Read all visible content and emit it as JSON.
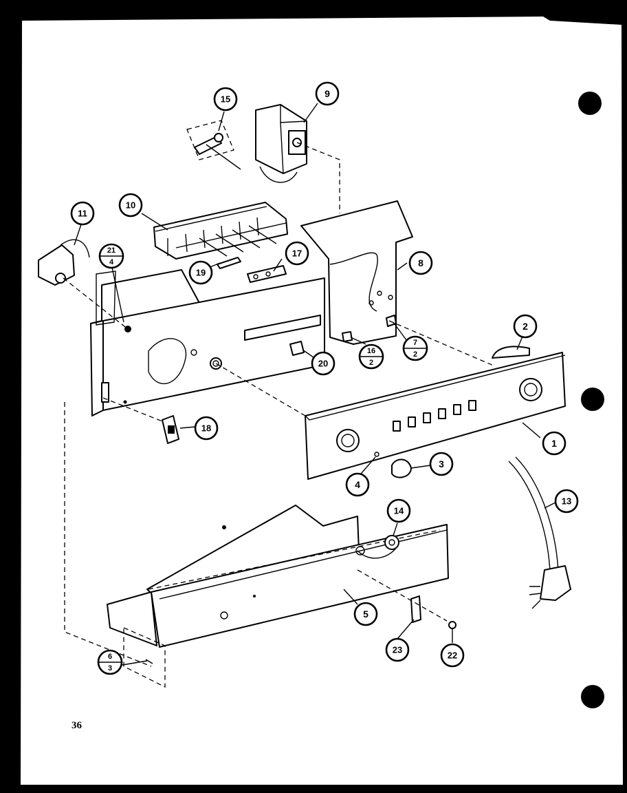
{
  "diagram": {
    "page_number": "36",
    "callouts": [
      {
        "id": "c1",
        "label": "1"
      },
      {
        "id": "c2",
        "label": "2"
      },
      {
        "id": "c3",
        "label": "3"
      },
      {
        "id": "c4",
        "label": "4"
      },
      {
        "id": "c5",
        "label": "5"
      },
      {
        "id": "c8",
        "label": "8"
      },
      {
        "id": "c9",
        "label": "9"
      },
      {
        "id": "c10",
        "label": "10"
      },
      {
        "id": "c11",
        "label": "11"
      },
      {
        "id": "c13",
        "label": "13"
      },
      {
        "id": "c14",
        "label": "14"
      },
      {
        "id": "c15",
        "label": "15"
      },
      {
        "id": "c17",
        "label": "17"
      },
      {
        "id": "c18",
        "label": "18"
      },
      {
        "id": "c19",
        "label": "19"
      },
      {
        "id": "c20",
        "label": "20"
      },
      {
        "id": "c22",
        "label": "22"
      },
      {
        "id": "c23",
        "label": "23"
      }
    ],
    "fraction_callouts": [
      {
        "id": "f21",
        "top": "21",
        "bottom": "4"
      },
      {
        "id": "f16",
        "top": "16",
        "bottom": "2"
      },
      {
        "id": "f7",
        "top": "7",
        "bottom": "2"
      },
      {
        "id": "f6",
        "top": "6",
        "bottom": "3"
      }
    ]
  }
}
